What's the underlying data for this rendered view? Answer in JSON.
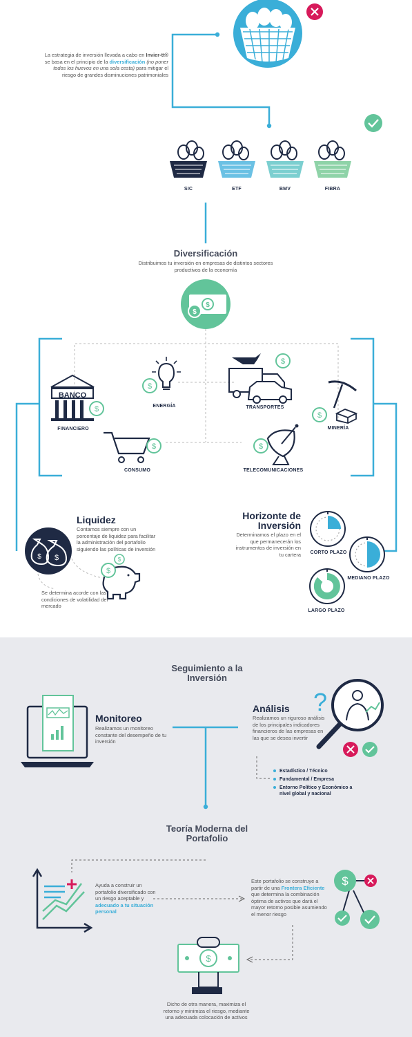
{
  "colors": {
    "navy": "#1f2a44",
    "blue": "#3aaed8",
    "green": "#62c49a",
    "red": "#d71a5a",
    "gray": "#e9eaee"
  },
  "intro": {
    "line1": "La estrategia de inversión llevada a cabo en",
    "brand": "Invier-tt®",
    "line2": " se basa en el principio de la",
    "term": "diversificación",
    "italic": " (no poner todos los huevos en una sola cesta)",
    "line3": " para mitigar el riesgo de grandes disminuciones patrimoniales"
  },
  "baskets": [
    "SIC",
    "ETF",
    "BMV",
    "FIBRA"
  ],
  "diversificacion": {
    "title": "Diversificación",
    "desc": "Distribuimos tu inversión en empresas de distintos sectores productivos de la economía"
  },
  "sectors": {
    "bank_sign": "BANCO",
    "financiero": "FINANCIERO",
    "energia": "ENERGÍA",
    "transportes": "TRANSPORTES",
    "mineria": "MINERÍA",
    "consumo": "CONSUMO",
    "telecom": "TELECOMUNICACIONES"
  },
  "liquidez": {
    "title": "Liquidez",
    "desc": "Contamos siempre con un porcentaje de liquidez para facilitar la administración del portafolio siguiendo las políticas de inversión",
    "note": "Se determina acorde con las condiciones de volatilidad del mercado"
  },
  "horizonte": {
    "title": "Horizonte de Inversión",
    "desc": "Determinamos el plazo en el que permanecerán los instrumentos de inversión en tu cartera",
    "corto": "CORTO PLAZO",
    "mediano": "MEDIANO PLAZO",
    "largo": "LARGO PLAZO"
  },
  "seguimiento": {
    "title": "Seguimiento a la Inversión"
  },
  "monitoreo": {
    "title": "Monitoreo",
    "desc": "Realizamos un monitoreo constante del desempeño de tu inversión"
  },
  "analisis": {
    "title": "Análisis",
    "desc": "Realizamos un riguroso análisis de los principales indicadores financieros de las empresas en las que se desea invertir",
    "items": [
      "Estadístico / Técnico",
      "Fundamental / Empresa",
      "Entorno Político y Económico a nivel global y nacional"
    ]
  },
  "teoria": {
    "title": "Teoría Moderna del Portafolio",
    "left_desc": "Ayuda a construir un portafolio diversificado con un riesgo aceptable y ",
    "left_highlight": "adecuado a tu situación personal",
    "right_desc1": "Este portafolio se construye a partir de una ",
    "right_highlight": "Frontera Eficiente",
    "right_desc2": " que determina la combinación óptima de activos que dará el mayor retorno posible asumiendo el menor riesgo",
    "bottom_desc": "Dicho de otra manera, maximiza el retorno y minimiza el riesgo, mediante una adecuada colocación de activos"
  }
}
